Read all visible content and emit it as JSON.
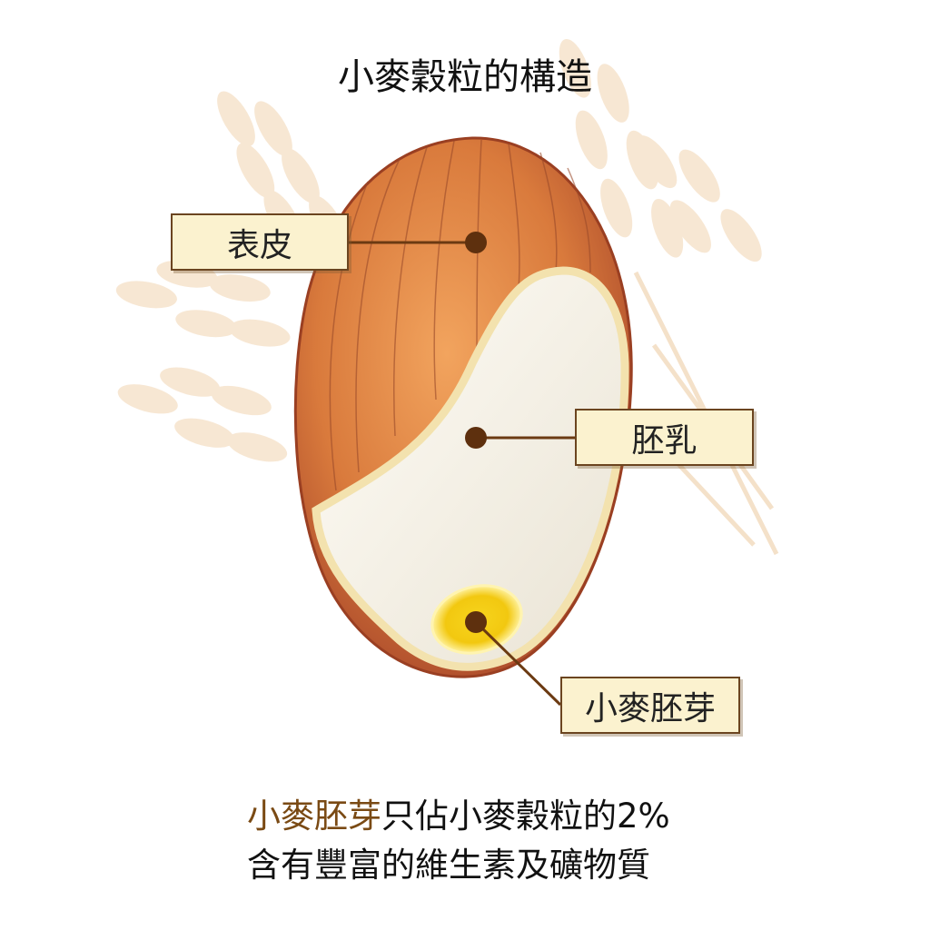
{
  "title": "小麥穀粒的構造",
  "labels": {
    "bran": "表皮",
    "endosperm": "胚乳",
    "germ": "小麥胚芽"
  },
  "caption": {
    "line1_highlight": "小麥胚芽",
    "line1_rest": "只佔小麥穀粒的2%",
    "line2": "含有豐富的維生素及礦物質"
  },
  "colors": {
    "bran": "#c8652e",
    "endosperm": "#f4efe4",
    "germ": "#f5d21a",
    "line": "#6b3a12",
    "highlight": "#7a4a14"
  }
}
